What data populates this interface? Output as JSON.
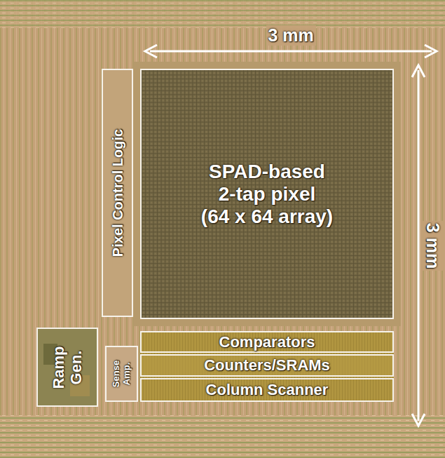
{
  "diagram": {
    "nodes": [
      {
        "text": [
          "Pixel Control Logic"
        ]
      },
      {
        "text": [
          "SPAD-based 2-tap pixel (64 x 64 array)"
        ]
      },
      {
        "text": [
          "Ramp Gen."
        ]
      },
      {
        "text": [
          "Sense Amp."
        ]
      },
      {
        "text": [
          "Comparators"
        ]
      },
      {
        "text": [
          "Counters/SRAMs"
        ]
      },
      {
        "text": [
          "Column Scanner"
        ]
      }
    ],
    "labels": [
      "3 mm",
      "3 mm"
    ]
  }
}
